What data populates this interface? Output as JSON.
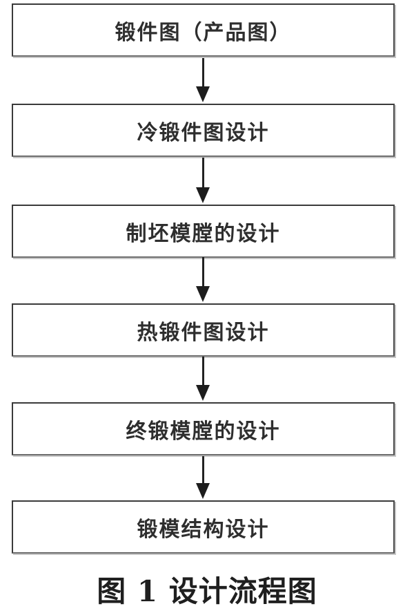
{
  "figure": {
    "type": "flowchart",
    "direction": "top-to-bottom",
    "boxes": [
      {
        "id": 1,
        "label": "锻件图（产品图）"
      },
      {
        "id": 2,
        "label": "冷锻件图设计"
      },
      {
        "id": 3,
        "label": "制坯模膛的设计"
      },
      {
        "id": 4,
        "label": "热锻件图设计"
      },
      {
        "id": 5,
        "label": "终锻模膛的设计"
      },
      {
        "id": 6,
        "label": "锻模结构设计"
      }
    ],
    "connections": [
      {
        "from": 1,
        "to": 2,
        "style": "arrow-down"
      },
      {
        "from": 2,
        "to": 3,
        "style": "arrow-down"
      },
      {
        "from": 3,
        "to": 4,
        "style": "arrow-down"
      },
      {
        "from": 4,
        "to": 5,
        "style": "arrow-down"
      },
      {
        "from": 5,
        "to": 6,
        "style": "arrow-down"
      }
    ],
    "caption": "图 1 设计流程图",
    "colors": {
      "background": "#ffffff",
      "box_border": "#3a3a3a",
      "box_fill": "#ffffff",
      "text": "#2e2e2e",
      "arrow": "#1d1d1d"
    }
  }
}
